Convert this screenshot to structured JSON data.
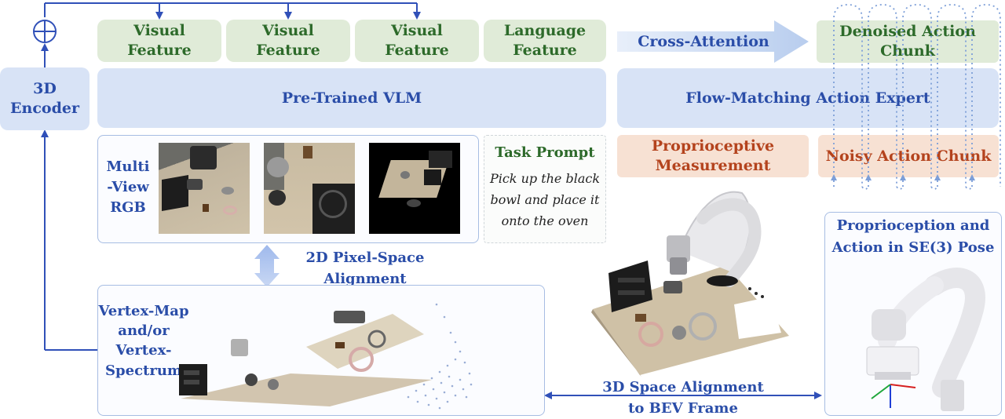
{
  "encoder": {
    "label_line1": "3D",
    "label_line2": "Encoder"
  },
  "features": [
    {
      "line1": "Visual",
      "line2": "Feature"
    },
    {
      "line1": "Visual",
      "line2": "Feature"
    },
    {
      "line1": "Visual",
      "line2": "Feature"
    },
    {
      "line1": "Language",
      "line2": "Feature"
    }
  ],
  "vlm": {
    "label": "Pre-Trained VLM"
  },
  "cross_attention": {
    "label": "Cross-Attention"
  },
  "denoised": {
    "label": "Denoised Action Chunk"
  },
  "action_expert": {
    "label": "Flow-Matching Action Expert"
  },
  "proprio": {
    "line1": "Proprioceptive",
    "line2": "Measurement"
  },
  "noisy": {
    "label": "Noisy Action Chunk"
  },
  "multiview": {
    "line1": "Multi",
    "line2": "-View",
    "line3": "RGB"
  },
  "task_prompt": {
    "title": "Task Prompt",
    "line1": "Pick up the black",
    "line2": "bowl and place it",
    "line3": "onto the oven"
  },
  "pixel_alignment": {
    "line1": "2D Pixel-Space",
    "line2": "Alignment"
  },
  "vertex": {
    "line1": "Vertex-Map",
    "line2": "and/or",
    "line3": "Vertex-",
    "line4": "Spectrum"
  },
  "space_alignment": {
    "line1": "3D Space Alignment",
    "line2": "to BEV Frame"
  },
  "se3": {
    "line1": "Proprioception and",
    "line2": "Action in SE(3) Pose"
  },
  "colors": {
    "blue": "#2a4da8",
    "green": "#2d6a2a",
    "orange": "#b4431d",
    "line": "#3050b8"
  }
}
